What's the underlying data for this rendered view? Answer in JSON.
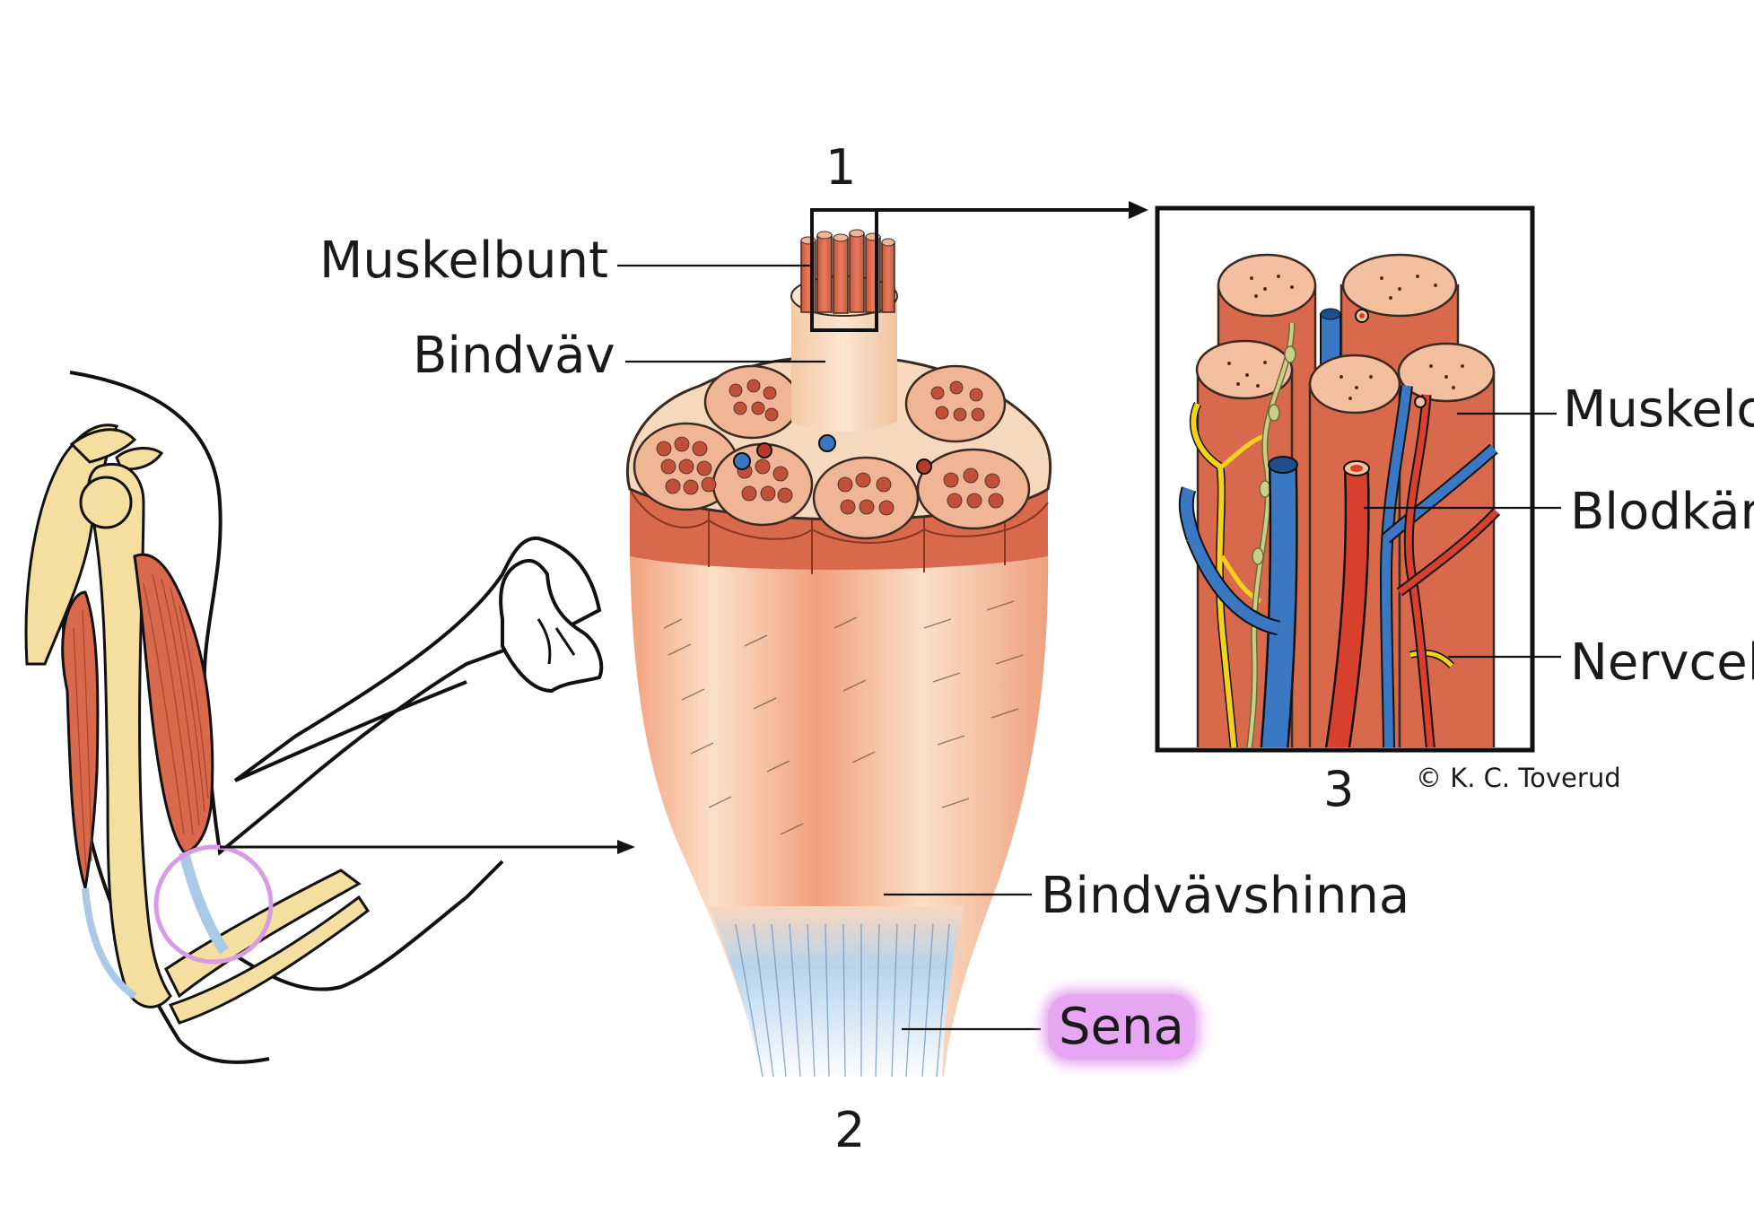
{
  "labels": {
    "muskelbunt": "Muskelbunt",
    "bindvav": "Bindväv",
    "bindvavshinna": "Bindvävshinna",
    "sena": "Sena",
    "muskelcell": "Muskelc",
    "blodkarl": "Blodkär",
    "nervcell": "Nervcel"
  },
  "numbers": {
    "n1": "1",
    "n2": "2",
    "n3": "3"
  },
  "copyright": "© K. C. Toverud",
  "colors": {
    "muscle": "#d9694c",
    "muscle_dark": "#b84a30",
    "bone": "#f5dfa0",
    "tendon": "#a9c9e6",
    "vein": "#3a78c4",
    "artery": "#d8402e",
    "nerve_yellow": "#f2d21e",
    "nerve_green": "#c9cf86",
    "connective": "#f6c39c",
    "highlight": "#e6a6f2",
    "circle": "#d99ae6"
  }
}
